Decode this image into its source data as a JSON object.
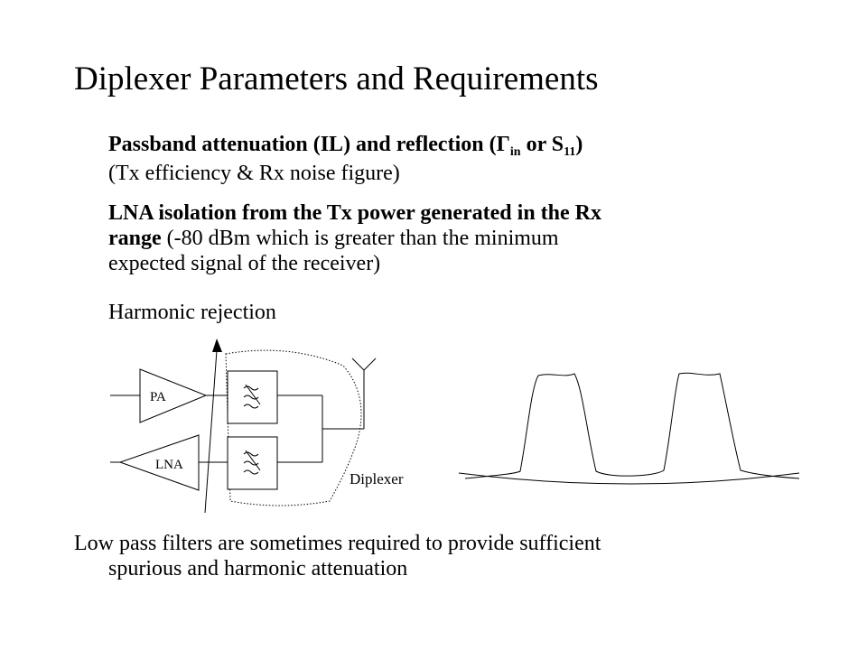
{
  "title": "Diplexer Parameters and Requirements",
  "item1": {
    "bold_a": "Passband attenuation (IL) and reflection (",
    "gamma": "Γ",
    "sub_in": "in",
    "bold_b": " or S",
    "sub_11": "11",
    "bold_c": ")",
    "line2": "(Tx efficiency  & Rx noise figure)"
  },
  "item2": {
    "bold_line1": "LNA isolation from the Tx power generated in the Rx",
    "bold_word": "range",
    "line1_rest": " (-80 dBm which is greater than the minimum",
    "line3": "expected signal of the receiver)"
  },
  "item3": {
    "text": "Harmonic rejection"
  },
  "diagram": {
    "pa_label": "PA",
    "lna_label": "LNA",
    "diplexer_label": "Diplexer"
  },
  "footer": {
    "line1": "Low pass filters are sometimes required to provide sufficient",
    "line2": "spurious and harmonic attenuation"
  }
}
